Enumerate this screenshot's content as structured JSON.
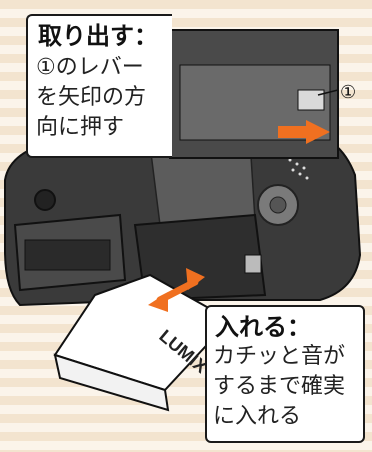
{
  "remove": {
    "title": "取り出す：",
    "lines": [
      "①のレバー",
      "を矢印の方",
      "向に押す"
    ]
  },
  "insert": {
    "title": "入れる：",
    "lines": [
      "カチッと音が",
      "するまで確実",
      "に入れる"
    ]
  },
  "callout_marker": "①",
  "battery_brand": "LUMIX",
  "colors": {
    "arrow": "#f07020",
    "background_stripe": "#f3e4cf",
    "outline": "#1a1a1a"
  }
}
